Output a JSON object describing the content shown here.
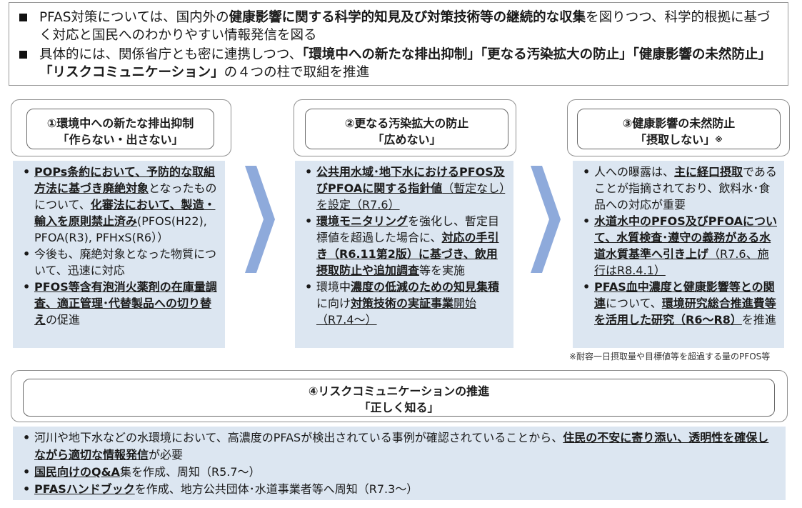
{
  "summary": [
    {
      "parts": [
        {
          "t": "PFAS対策については、国内外の"
        },
        {
          "t": "健康影響に関する科学的知見及び対策技術等の継続的な収集",
          "b": true
        },
        {
          "t": "を図りつつ、科学的根拠に基づく対応と国民へのわかりやすい情報発信を図る"
        }
      ]
    },
    {
      "parts": [
        {
          "t": "具体的には、関係省庁とも密に連携しつつ、"
        },
        {
          "t": "「環境中への新たな排出抑制」「更なる汚染拡大の防止」「健康影響の未然防止」「リスクコミュニケーション」",
          "b": true
        },
        {
          "t": "の４つの柱で取組を推進"
        }
      ]
    }
  ],
  "pillars": [
    {
      "title": "①環境中への新たな排出抑制",
      "subtitle": "「作らない・出さない」",
      "items": [
        {
          "parts": [
            {
              "t": "POPs条約において、予防的な取組方法に基づき廃絶対象",
              "s": "bu"
            },
            {
              "t": "となったものについて、"
            },
            {
              "t": "化審法において、製造・輸入を原則禁止済み",
              "s": "bu"
            },
            {
              "t": "(PFOS(H22), PFOA(R3), PFHxS(R6））"
            }
          ]
        },
        {
          "parts": [
            {
              "t": "今後も、廃絶対象となった物質について、迅速に対応"
            }
          ]
        },
        {
          "parts": [
            {
              "t": "PFOS等含有泡消火薬剤の在庫量調査、適正管理･代替製品への切り替え",
              "s": "bu"
            },
            {
              "t": "の促進"
            }
          ]
        }
      ]
    },
    {
      "title": "②更なる汚染拡大の防止",
      "subtitle": "「広めない」",
      "items": [
        {
          "parts": [
            {
              "t": "公共用水域･地下水におけるPFOS及びPFOAに関する指針値",
              "s": "bu"
            },
            {
              "t": "（暫定なし）を設定（R7.6）",
              "s": "u"
            }
          ]
        },
        {
          "parts": [
            {
              "t": "環境モニタリング",
              "s": "bu"
            },
            {
              "t": "を強化し、暫定目標値を超過した場合に、"
            },
            {
              "t": "対応の手引き（R6.11第2版）に基づき、飲用摂取防止や追加調査",
              "s": "bu"
            },
            {
              "t": "等を実施"
            }
          ]
        },
        {
          "parts": [
            {
              "t": "環境中"
            },
            {
              "t": "濃度の低減のための知見集積",
              "s": "bu"
            },
            {
              "t": "に向け"
            },
            {
              "t": "対策技術の実証事業",
              "s": "bu"
            },
            {
              "t": "開始（R7.4～）",
              "s": "u"
            }
          ]
        }
      ]
    },
    {
      "title": "③健康影響の未然防止",
      "subtitle": "「摂取しない」",
      "subtitle_mark": "※",
      "items": [
        {
          "parts": [
            {
              "t": "人への曝露は、"
            },
            {
              "t": "主に経口摂取",
              "s": "bu"
            },
            {
              "t": "であることが指摘されており、飲料水･食品への対応が重要"
            }
          ]
        },
        {
          "parts": [
            {
              "t": "水道水中のPFOS及びPFOAについて、水質検査･遵守の義務がある水道水質基準へ引き上げ",
              "s": "bu"
            },
            {
              "t": "（R7.6、施行はR8.4.1）",
              "s": "u"
            }
          ]
        },
        {
          "parts": [
            {
              "t": "PFAS血中濃度と健康影響等との関連",
              "s": "bu"
            },
            {
              "t": "について、"
            },
            {
              "t": "環境研究総合推進費等を活用した研究（R6～R8）",
              "s": "bu"
            },
            {
              "t": "を推進"
            }
          ]
        }
      ]
    }
  ],
  "footnote": "※耐容一日摂取量や目標値等を超過する量のPFOS等",
  "pillar4": {
    "title": "④リスクコミュニケーションの推進",
    "subtitle": "「正しく知る」",
    "items": [
      {
        "parts": [
          {
            "t": "河川や地下水などの水環境において、高濃度のPFASが検出されている事例が確認されていることから、"
          },
          {
            "t": "住民の不安に寄り添い、透明性を確保しながら適切な情報発信",
            "s": "bu"
          },
          {
            "t": "が必要"
          }
        ]
      },
      {
        "parts": [
          {
            "t": "国民向けのQ&A",
            "s": "bu"
          },
          {
            "t": "集を作成、周知（R5.7～）"
          }
        ]
      },
      {
        "parts": [
          {
            "t": "PFASハンドブック",
            "s": "bu"
          },
          {
            "t": "を作成、地方公共団体･水道事業者等へ周知（R7.3～）"
          }
        ]
      }
    ]
  },
  "colors": {
    "panel": "#dce6f1",
    "chevron": "#8eaadb"
  },
  "icons": [
    "square-bullet-icon",
    "chevron-right-icon"
  ]
}
